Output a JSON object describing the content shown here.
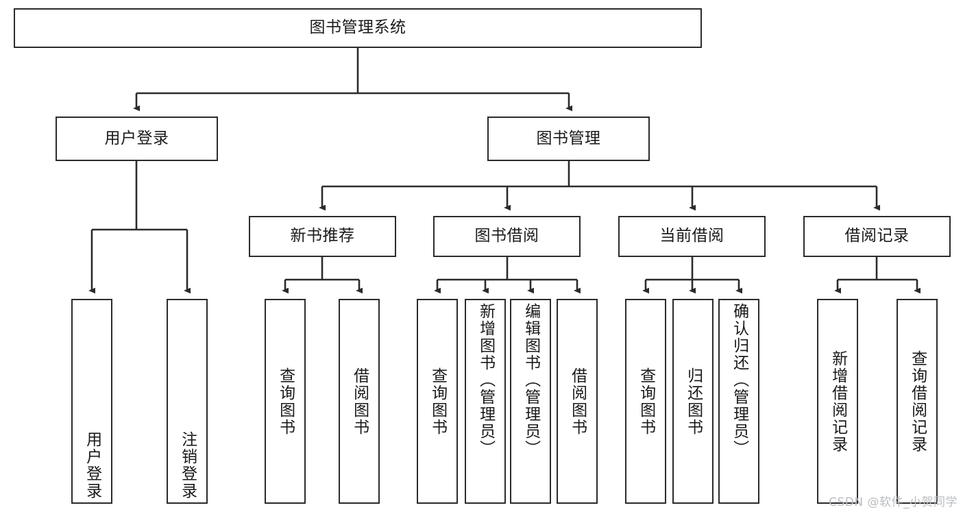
{
  "diagram": {
    "title": "图书管理系统",
    "type": "tree-hierarchy",
    "root": {
      "id": "root",
      "label": "图书管理系统"
    },
    "level1": [
      {
        "id": "user-login",
        "label": "用户登录"
      },
      {
        "id": "book-manage",
        "label": "图书管理"
      }
    ],
    "level2": [
      {
        "id": "new-book-recommend",
        "label": "新书推荐",
        "parent": "book-manage"
      },
      {
        "id": "book-borrow",
        "label": "图书借阅",
        "parent": "book-manage"
      },
      {
        "id": "current-borrow",
        "label": "当前借阅",
        "parent": "book-manage"
      },
      {
        "id": "borrow-record",
        "label": "借阅记录",
        "parent": "book-manage"
      }
    ],
    "leaves": {
      "user_login": [
        {
          "id": "leaf-user-login",
          "label": "用户登录"
        },
        {
          "id": "leaf-logout-login",
          "label": "注销登录"
        }
      ],
      "new_book_recommend": [
        {
          "id": "leaf-query-book-1",
          "label": "查询图书"
        },
        {
          "id": "leaf-borrow-book-1",
          "label": "借阅图书"
        }
      ],
      "book_borrow": [
        {
          "id": "leaf-query-book-2",
          "label": "查询图书"
        },
        {
          "id": "leaf-add-book",
          "label": "新增图书（管理员）"
        },
        {
          "id": "leaf-edit-book",
          "label": "编辑图书（管理员）"
        },
        {
          "id": "leaf-borrow-book-2",
          "label": "借阅图书"
        }
      ],
      "current_borrow": [
        {
          "id": "leaf-query-book-3",
          "label": "查询图书"
        },
        {
          "id": "leaf-return-book",
          "label": "归还图书"
        },
        {
          "id": "leaf-confirm-return",
          "label": "确认归还（管理员）"
        }
      ],
      "borrow_record": [
        {
          "id": "leaf-add-record",
          "label": "新增借阅记录"
        },
        {
          "id": "leaf-query-record",
          "label": "查询借阅记录"
        }
      ]
    }
  },
  "watermark": {
    "text": "CSDN @软件_小贺同学"
  },
  "colors": {
    "stroke": "#2b2b2b",
    "fill": "#ffffff",
    "text": "#1a1a1a",
    "watermark": "#b9bcc0"
  }
}
